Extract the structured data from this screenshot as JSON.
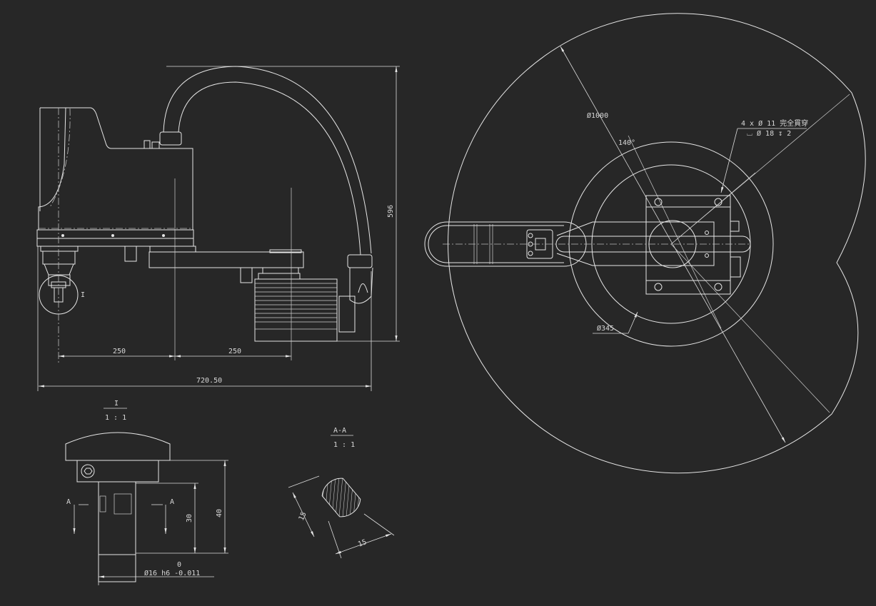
{
  "side_view": {
    "dim_height": "596",
    "dim_arm1": "250",
    "dim_arm2": "250",
    "dim_total": "720.50",
    "detail_marker": "I"
  },
  "top_view": {
    "dim_reach": "Ø1000",
    "dim_angle": "140°",
    "hole_note_line1": "4 x Ø 11 完全貫穿",
    "hole_note_line2": "⌴ Ø 18 ↧ 2",
    "dim_inner": "Ø345"
  },
  "detail_I": {
    "title": "I",
    "scale": "1 : 1",
    "section_mark_left": "A",
    "section_mark_right": "A",
    "dim_30": "30",
    "dim_40": "40",
    "tol_upper": "0",
    "dim_shaft": "Ø16 h6 -0.011"
  },
  "section_AA": {
    "title": "A-A",
    "scale": "1 : 1",
    "dim_flat1": "15",
    "dim_flat2": "15"
  },
  "colors": {
    "background": "#272727",
    "lines": "#e6e6e6"
  }
}
